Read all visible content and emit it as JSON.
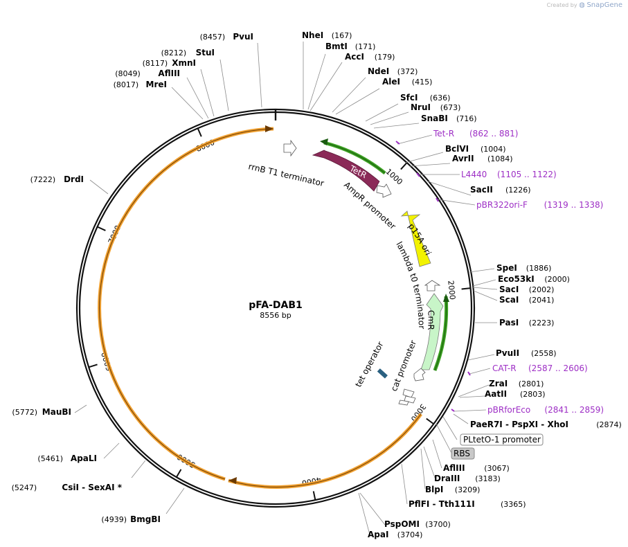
{
  "credit": {
    "prefix": "Created by",
    "brand": "SnapGene"
  },
  "plasmid": {
    "name": "pFA-DAB1",
    "size": "8556 bp",
    "length": 8556
  },
  "scale_labels": [
    "1000",
    "2000",
    "3000",
    "4000",
    "5000",
    "6000",
    "7000",
    "8000"
  ],
  "sites": [
    {
      "name": "PvuI",
      "pos_text": "(8457)",
      "side": "left"
    },
    {
      "name": "StuI",
      "pos_text": "(8212)",
      "side": "left"
    },
    {
      "name": "XmnI",
      "pos_text": "(8117)",
      "side": "left"
    },
    {
      "name": "AflIII",
      "pos_text": "(8049)",
      "side": "left"
    },
    {
      "name": "MreI",
      "pos_text": "(8017)",
      "side": "left"
    },
    {
      "name": "DrdI",
      "pos_text": "(7222)",
      "side": "left"
    },
    {
      "name": "MauBI",
      "pos_text": "(5772)",
      "side": "left"
    },
    {
      "name": "ApaLI",
      "pos_text": "(5461)",
      "side": "left"
    },
    {
      "name": "CsiI - SexAI *",
      "pos_text": "(5247)",
      "side": "left"
    },
    {
      "name": "BmgBI",
      "pos_text": "(4939)",
      "side": "left"
    },
    {
      "name": "NheI",
      "pos_text": "(167)",
      "side": "right"
    },
    {
      "name": "BmtI",
      "pos_text": "(171)",
      "side": "right"
    },
    {
      "name": "AccI",
      "pos_text": "(179)",
      "side": "right"
    },
    {
      "name": "NdeI",
      "pos_text": "(372)",
      "side": "right"
    },
    {
      "name": "AleI",
      "pos_text": "(415)",
      "side": "right"
    },
    {
      "name": "SfcI",
      "pos_text": "(636)",
      "side": "right"
    },
    {
      "name": "NruI",
      "pos_text": "(673)",
      "side": "right"
    },
    {
      "name": "SnaBI",
      "pos_text": "(716)",
      "side": "right"
    },
    {
      "name": "BclVI",
      "pos_text": "(1004)",
      "side": "right"
    },
    {
      "name": "AvrII",
      "pos_text": "(1084)",
      "side": "right"
    },
    {
      "name": "SacII",
      "pos_text": "(1226)",
      "side": "right"
    },
    {
      "name": "SpeI",
      "pos_text": "(1886)",
      "side": "right"
    },
    {
      "name": "Eco53kI",
      "pos_text": "(2000)",
      "side": "right"
    },
    {
      "name": "SacI",
      "pos_text": "(2002)",
      "side": "right"
    },
    {
      "name": "ScaI",
      "pos_text": "(2041)",
      "side": "right"
    },
    {
      "name": "PasI",
      "pos_text": "(2223)",
      "side": "right"
    },
    {
      "name": "PvuII",
      "pos_text": "(2558)",
      "side": "right"
    },
    {
      "name": "ZraI",
      "pos_text": "(2801)",
      "side": "right"
    },
    {
      "name": "AatII",
      "pos_text": "(2803)",
      "side": "right"
    },
    {
      "name": "PaeR7I - PspXI - XhoI",
      "pos_text": "(2874)",
      "side": "right"
    },
    {
      "name": "AflIII",
      "pos_text": "(3067)",
      "side": "right"
    },
    {
      "name": "DraIII",
      "pos_text": "(3183)",
      "side": "right"
    },
    {
      "name": "BlpI",
      "pos_text": "(3209)",
      "side": "right"
    },
    {
      "name": "PflFI - Tth111I",
      "pos_text": "(3365)",
      "side": "right"
    },
    {
      "name": "PspOMI",
      "pos_text": "(3700)",
      "side": "right"
    },
    {
      "name": "ApaI",
      "pos_text": "(3704)",
      "side": "right"
    }
  ],
  "primers": [
    {
      "name": "Tet-R",
      "range": "(862 .. 881)"
    },
    {
      "name": "L4440",
      "range": "(1105 .. 1122)"
    },
    {
      "name": "pBR322ori-F",
      "range": "(1319 .. 1338)"
    },
    {
      "name": "CAT-R",
      "range": "(2587 .. 2606)"
    },
    {
      "name": "pBRforEco",
      "range": "(2841 .. 2859)"
    }
  ],
  "features": {
    "tetr": "TetR",
    "p15a": "p15A ori",
    "cmr": "CmR",
    "rrnb": "rrnB T1 terminator",
    "ampr_promoter": "AmpR promoter",
    "lambda_t0": "lambda t0 terminator",
    "cat_promoter": "cat promoter",
    "tet_operator": "tet operator",
    "pltet": "PLtetO-1 promoter",
    "rbs": "RBS"
  },
  "colors": {
    "tetr": "#8b2a58",
    "p15a": "#f2f200",
    "cmr": "#c8f5c8",
    "outer_arc": "#f0a030",
    "primer": "#9d2ec5",
    "green_arrow": "#3aa020"
  }
}
